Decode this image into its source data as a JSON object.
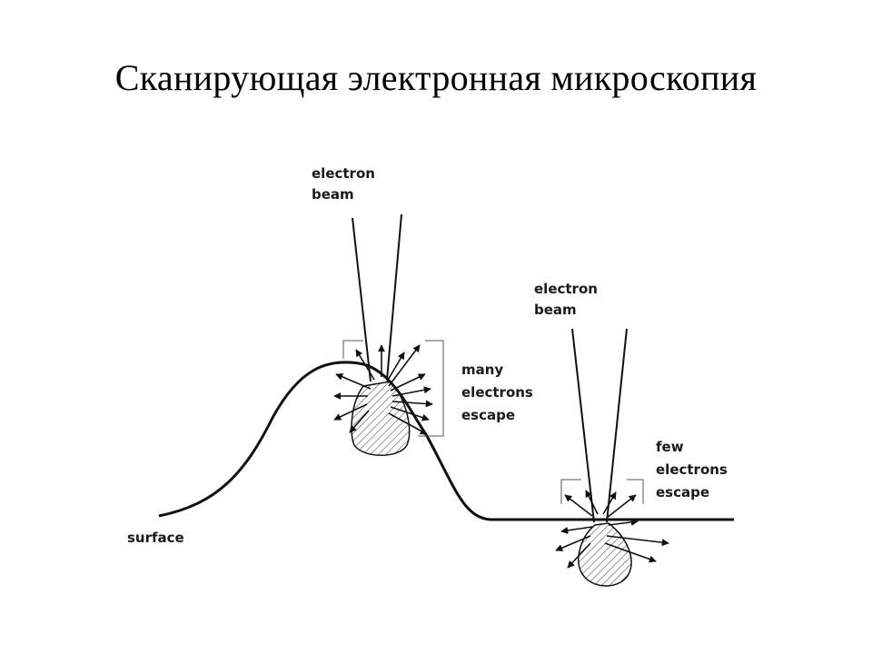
{
  "slide": {
    "title": "Сканирующая электронная микроскопия"
  },
  "diagram": {
    "beam_left": {
      "line1": "electron",
      "line2": "beam"
    },
    "beam_right": {
      "line1": "electron",
      "line2": "beam"
    },
    "many": {
      "line1": "many",
      "line2": "electrons",
      "line3": "escape"
    },
    "few": {
      "line1": "few",
      "line2": "electrons",
      "line3": "escape"
    },
    "surface_label": "surface"
  }
}
